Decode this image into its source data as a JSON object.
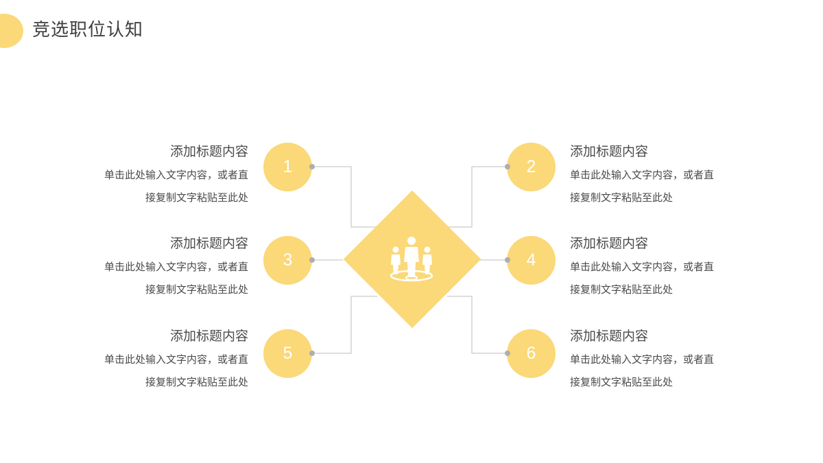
{
  "title": "竞选职位认知",
  "colors": {
    "accent": "#fbd878",
    "line": "#c9c9c9",
    "dot": "#aeaeae",
    "text": "#3f3f3f"
  },
  "center": {
    "icon": "team-people-icon"
  },
  "items": [
    {
      "number": "1",
      "title": "添加标题内容",
      "desc_line1": "单击此处输入文字内容，或者直",
      "desc_line2": "接复制文字粘贴至此处"
    },
    {
      "number": "2",
      "title": "添加标题内容",
      "desc_line1": "单击此处输入文字内容，或者直",
      "desc_line2": "接复制文字粘贴至此处"
    },
    {
      "number": "3",
      "title": "添加标题内容",
      "desc_line1": "单击此处输入文字内容，或者直",
      "desc_line2": "接复制文字粘贴至此处"
    },
    {
      "number": "4",
      "title": "添加标题内容",
      "desc_line1": "单击此处输入文字内容，或者直",
      "desc_line2": "接复制文字粘贴至此处"
    },
    {
      "number": "5",
      "title": "添加标题内容",
      "desc_line1": "单击此处输入文字内容，或者直",
      "desc_line2": "接复制文字粘贴至此处"
    },
    {
      "number": "6",
      "title": "添加标题内容",
      "desc_line1": "单击此处输入文字内容，或者直",
      "desc_line2": "接复制文字粘贴至此处"
    }
  ]
}
